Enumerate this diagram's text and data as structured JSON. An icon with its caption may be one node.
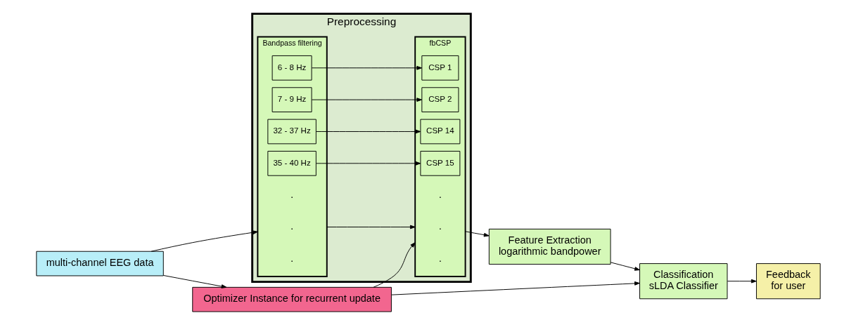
{
  "diagram": {
    "nodes": [
      {
        "text": [
          "multi-channel EEG data"
        ]
      },
      {
        "text": [
          "Preprocessing"
        ]
      },
      {
        "text": [
          "Bandpass filtering"
        ],
        "in": 1
      },
      {
        "text": [
          "6 - 8 Hz"
        ],
        "in": 2
      },
      {
        "text": [
          "7 - 9 Hz"
        ],
        "in": 2
      },
      {
        "text": [
          "32 - 37 Hz"
        ],
        "in": 2
      },
      {
        "text": [
          "35 - 40 Hz"
        ],
        "in": 2
      },
      {
        "text": [
          "fbCSP"
        ],
        "in": 1
      },
      {
        "text": [
          "CSP 1"
        ],
        "in": 7
      },
      {
        "text": [
          "CSP 2"
        ],
        "in": 7
      },
      {
        "text": [
          "CSP 14"
        ],
        "in": 7
      },
      {
        "text": [
          "CSP 15"
        ],
        "in": 7
      },
      {
        "text": [
          "Feature Extraction",
          "logarithmic bandpower"
        ]
      },
      {
        "text": [
          "Classification",
          "sLDA Classifier"
        ]
      },
      {
        "text": [
          "Feedback",
          "for user"
        ]
      },
      {
        "text": [
          "Optimizer Instance for recurrent update"
        ]
      }
    ],
    "edges": [
      {
        "from": 0,
        "to": 2,
        "arrow": "to"
      },
      {
        "from": 3,
        "to": 8,
        "arrow": "to"
      },
      {
        "from": 4,
        "to": 9,
        "arrow": "to"
      },
      {
        "from": 2,
        "to": 7,
        "arrow": "to"
      },
      {
        "from": 5,
        "to": 10,
        "arrow": "to"
      },
      {
        "from": 6,
        "to": 11,
        "arrow": "to"
      },
      {
        "from": 7,
        "to": 12,
        "arrow": "to"
      },
      {
        "from": 12,
        "to": 13,
        "arrow": "to"
      },
      {
        "from": 13,
        "to": 14,
        "arrow": "to"
      },
      {
        "from": 0,
        "to": 15,
        "arrow": "to"
      },
      {
        "from": 15,
        "to": 7,
        "arrow": "to"
      },
      {
        "from": 15,
        "to": 13,
        "arrow": "to"
      }
    ],
    "labels": [
      ".",
      ".",
      ".",
      ".",
      ".",
      "."
    ]
  }
}
